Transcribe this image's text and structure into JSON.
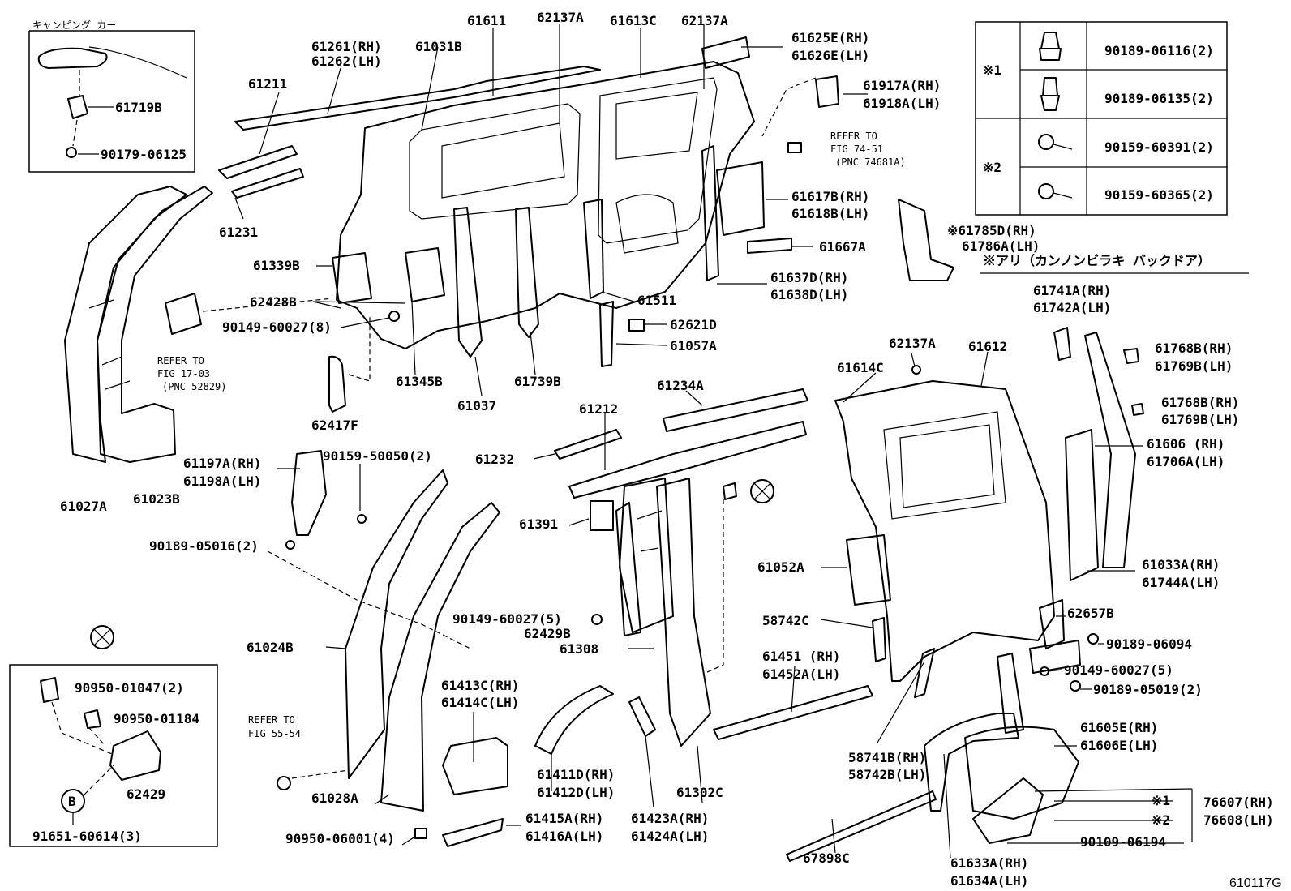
{
  "diagram_id": "610117G",
  "inset_top_left": {
    "caption": "キャンピング カー",
    "parts": [
      "61719B",
      "90179-06125"
    ]
  },
  "fastener_table": {
    "group1_mark": "※1",
    "group2_mark": "※2",
    "rows": [
      {
        "part": "90189-06116(2)"
      },
      {
        "part": "90189-06135(2)"
      },
      {
        "part": "90159-60391(2)"
      },
      {
        "part": "90159-60365(2)"
      }
    ]
  },
  "note_barndoor": "※アリ（カンノンビラキ バックドア）",
  "inset_bottom_left": {
    "parts": [
      "90950-01047(2)",
      "90950-01184",
      "62429",
      "91651-60614(3)"
    ],
    "circle_label": "B"
  },
  "refs": {
    "ref1": [
      "REFER TO",
      "FIG 74-51",
      "(PNC 74681A)"
    ],
    "ref2": [
      "REFER TO",
      "FIG 17-03",
      "(PNC 52829)"
    ],
    "ref3": [
      "REFER TO",
      "FIG 55-54"
    ]
  },
  "labels": {
    "l61611": "61611",
    "l62137a_1": "62137A",
    "l61613c": "61613C",
    "l62137a_2": "62137A",
    "l61261": "61261(RH)",
    "l61262": "61262(LH)",
    "l61031b": "61031B",
    "l61625e": "61625E(RH)",
    "l61626e": "61626E(LH)",
    "l61211": "61211",
    "l61917a": "61917A(RH)",
    "l61918a": "61918A(LH)",
    "l61231": "61231",
    "l61617b": "61617B(RH)",
    "l61618b": "61618B(LH)",
    "l61785d": "※61785D(RH)",
    "l61786a": "61786A(LH)",
    "l61667a": "61667A",
    "l61339b": "61339B",
    "l61637d": "61637D(RH)",
    "l61638d": "61638D(LH)",
    "l62428b": "62428B",
    "l61511": "61511",
    "l90149_8": "90149-60027(8)",
    "l62621d": "62621D",
    "l61741a": "61741A(RH)",
    "l61742a": "61742A(LH)",
    "l61057a": "61057A",
    "l61345b": "61345B",
    "l61739b": "61739B",
    "l61037": "61037",
    "l62137a_3": "62137A",
    "l61612": "61612",
    "l61768b_1": "61768B(RH)",
    "l61769b_1": "61769B(LH)",
    "l61614c": "61614C",
    "l62417f": "62417F",
    "l61234a": "61234A",
    "l61768b_2": "61768B(RH)",
    "l61769b_2": "61769B(LH)",
    "l61212": "61212",
    "l61197a": "61197A(RH)",
    "l61198a": "61198A(LH)",
    "l90159_50050": "90159-50050(2)",
    "l61606": "61606 (RH)",
    "l61706a": "61706A(LH)",
    "l61232": "61232",
    "l61027a": "61027A",
    "l61023b": "61023B",
    "l61391": "61391",
    "l90189_05016": "90189-05016(2)",
    "l61052a": "61052A",
    "l61033a": "61033A(RH)",
    "l61744a": "61744A(LH)",
    "l90149_5a": "90149-60027(5)",
    "l62429b": "62429B",
    "l58742c": "58742C",
    "l62657b": "62657B",
    "l61024b": "61024B",
    "l61308": "61308",
    "l90189_06094": "90189-06094",
    "l61451": "61451 (RH)",
    "l61452a": "61452A(LH)",
    "l90149_5b": "90149-60027(5)",
    "l90189_05019": "90189-05019(2)",
    "l61413c": "61413C(RH)",
    "l61414c": "61414C(LH)",
    "l61605e": "61605E(RH)",
    "l61606e": "61606E(LH)",
    "l58741b": "58741B(RH)",
    "l58742b": "58742B(LH)",
    "l61411d": "61411D(RH)",
    "l61412d": "61412D(LH)",
    "l61302c": "61302C",
    "l61028a": "61028A",
    "l76607": "76607(RH)",
    "l76608": "76608(LH)",
    "l_mark1": "※1",
    "l_mark2": "※2",
    "l90950_06001": "90950-06001(4)",
    "l61415a": "61415A(RH)",
    "l61416a": "61416A(LH)",
    "l61423a": "61423A(RH)",
    "l61424a": "61424A(LH)",
    "l90109_06194": "90109-06194",
    "l67898c": "67898C",
    "l61633a": "61633A(RH)",
    "l61634a": "61634A(LH)"
  }
}
